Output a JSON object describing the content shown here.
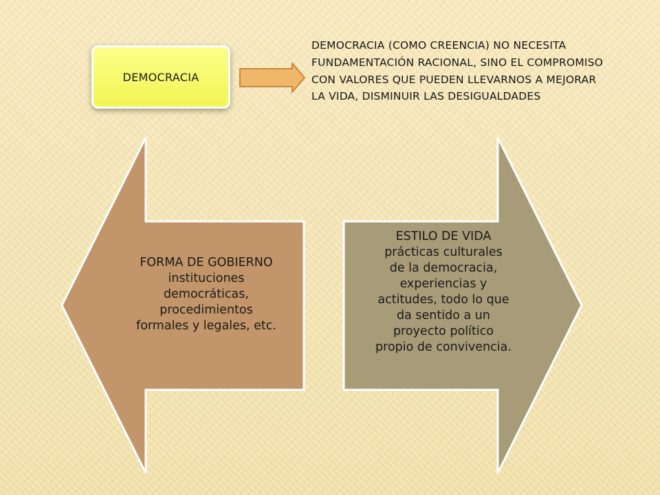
{
  "colors": {
    "box_fill": "#f2f552",
    "arrow_small_fill": "#f0b669",
    "left_arrow_fill": "#c3956a",
    "right_arrow_fill": "#a79b78",
    "arrow_border": "#ffffff"
  },
  "header": {
    "box_label": "DEMOCRACIA",
    "definition": "DEMOCRACIA (COMO CREENCIA) NO NECESITA FUNDAMENTACIÓN RACIONAL, SINO EL COMPROMISO CON VALORES QUE PUEDEN LLEVARNOS A MEJORAR LA VIDA, DISMINUIR LAS DESIGUALDADES"
  },
  "left_arrow": {
    "lines": [
      "FORMA DE GOBIERNO",
      "instituciones",
      "democráticas,",
      "procedimientos",
      "formales y legales, etc."
    ]
  },
  "right_arrow": {
    "lines": [
      "ESTILO DE VIDA",
      "prácticas culturales",
      "de la democracia,",
      "experiencias y",
      "actitudes, todo lo que",
      "da sentido a un",
      "proyecto político",
      "propio de convivencia."
    ]
  }
}
